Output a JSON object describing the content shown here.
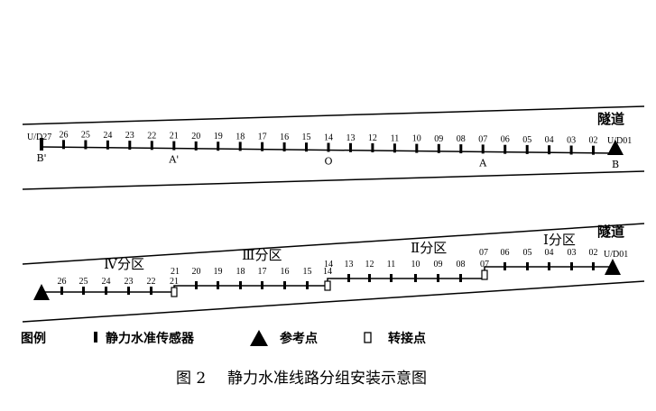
{
  "diagram1": {
    "tunnel_label": "隧道",
    "sensors": [
      "27",
      "26",
      "25",
      "24",
      "23",
      "22",
      "21",
      "20",
      "19",
      "18",
      "17",
      "16",
      "15",
      "14",
      "13",
      "12",
      "11",
      "10",
      "09",
      "08",
      "07",
      "06",
      "05",
      "04",
      "03",
      "02",
      "01"
    ],
    "end_left_label": "U/D27",
    "end_right_label": "U/D01",
    "point_labels": [
      {
        "label": "B'",
        "sensor": "27"
      },
      {
        "label": "A'",
        "sensor": "21"
      },
      {
        "label": "O",
        "sensor": "14"
      },
      {
        "label": "A",
        "sensor": "07"
      },
      {
        "label": "B",
        "sensor": "01"
      }
    ]
  },
  "diagram2": {
    "tunnel_label": "隧道",
    "end_right_label": "U/D01",
    "zones": [
      {
        "label": "Ⅳ分区",
        "from": "27",
        "to": "21",
        "sensors": [
          "26",
          "25",
          "24",
          "23",
          "22",
          "21"
        ]
      },
      {
        "label": "Ⅲ分区",
        "from": "21",
        "to": "14",
        "sensors": [
          "21",
          "20",
          "19",
          "18",
          "17",
          "16",
          "15",
          "14"
        ]
      },
      {
        "label": "Ⅱ分区",
        "from": "14",
        "to": "07",
        "sensors": [
          "14",
          "13",
          "12",
          "11",
          "10",
          "09",
          "08",
          "07"
        ]
      },
      {
        "label": "Ⅰ分区",
        "from": "07",
        "to": "01",
        "sensors": [
          "07",
          "06",
          "05",
          "04",
          "03",
          "02"
        ]
      }
    ],
    "transfer_points": [
      "21",
      "14",
      "07"
    ]
  },
  "legend": {
    "title": "图例",
    "items": [
      {
        "icon": "sensor-tick-icon",
        "label": "静力水准传感器"
      },
      {
        "icon": "triangle-icon",
        "label": "参考点"
      },
      {
        "icon": "hollow-square-icon",
        "label": "转接点"
      }
    ]
  },
  "caption": {
    "number": "图 2",
    "title": "静力水准线路分组安装示意图"
  }
}
